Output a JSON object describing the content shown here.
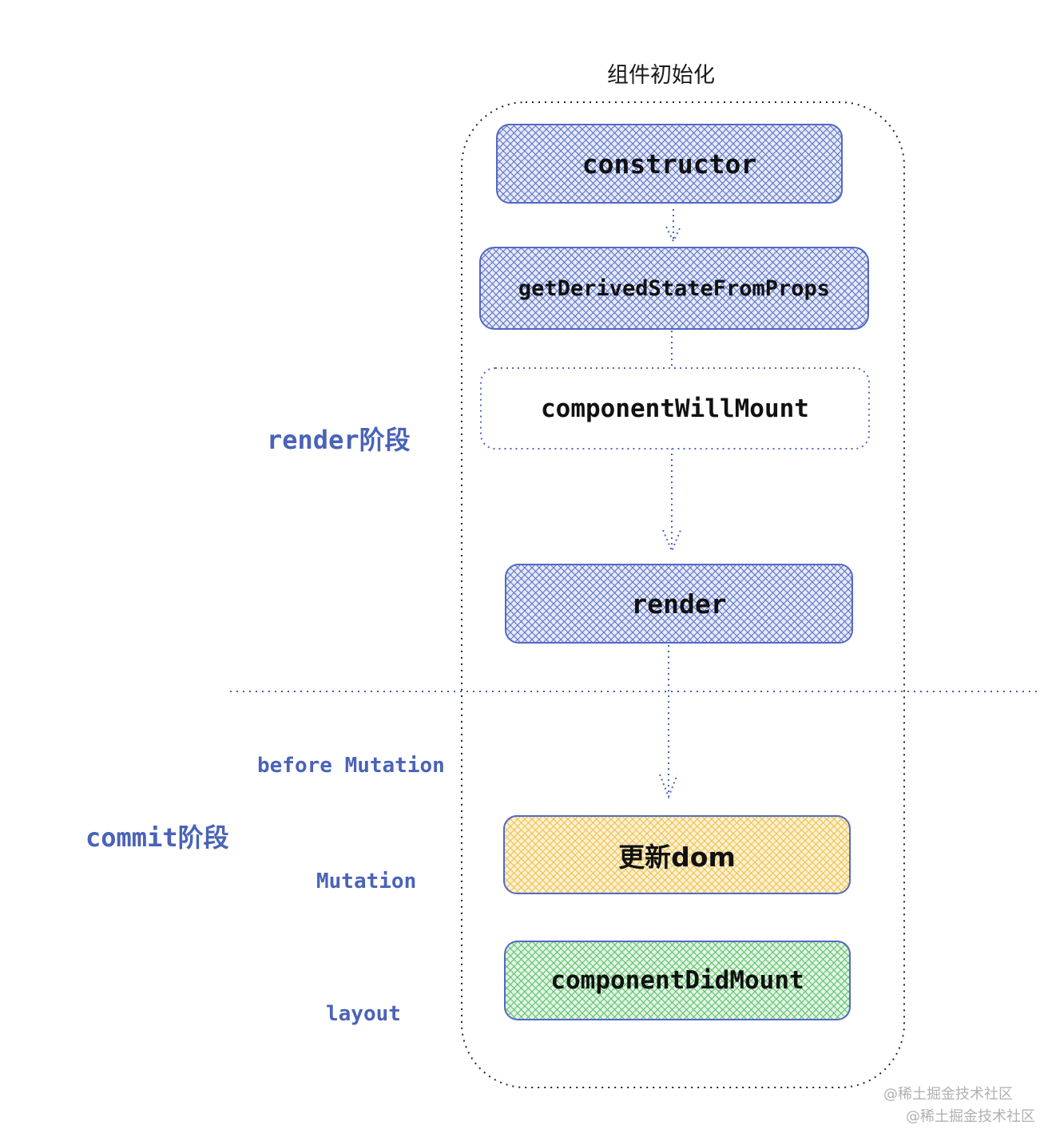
{
  "diagram": {
    "title": "组件初始化",
    "nodes": [
      {
        "id": "constructor",
        "label": "constructor",
        "fill": "#5b72c8"
      },
      {
        "id": "gdsfp",
        "label": "getDerivedStateFromProps",
        "fill": "#5b72c8"
      },
      {
        "id": "cwm",
        "label": "componentWillMount",
        "fill": "none"
      },
      {
        "id": "render",
        "label": "render",
        "fill": "#5b72c8"
      },
      {
        "id": "update-dom",
        "label": "更新dom",
        "fill": "#f0c24b"
      },
      {
        "id": "cdm",
        "label": "componentDidMount",
        "fill": "#5cc06a"
      }
    ],
    "phases": {
      "render": "render阶段",
      "commit": "commit阶段"
    },
    "sub_phases": {
      "before_mutation": "before Mutation",
      "mutation": "Mutation",
      "layout": "layout"
    }
  },
  "watermark": {
    "line1": "@稀土掘金技术社区",
    "line2": "@稀土掘金技术社区"
  },
  "colors": {
    "accent": "#4a63b8",
    "stroke": "#5468c4"
  }
}
